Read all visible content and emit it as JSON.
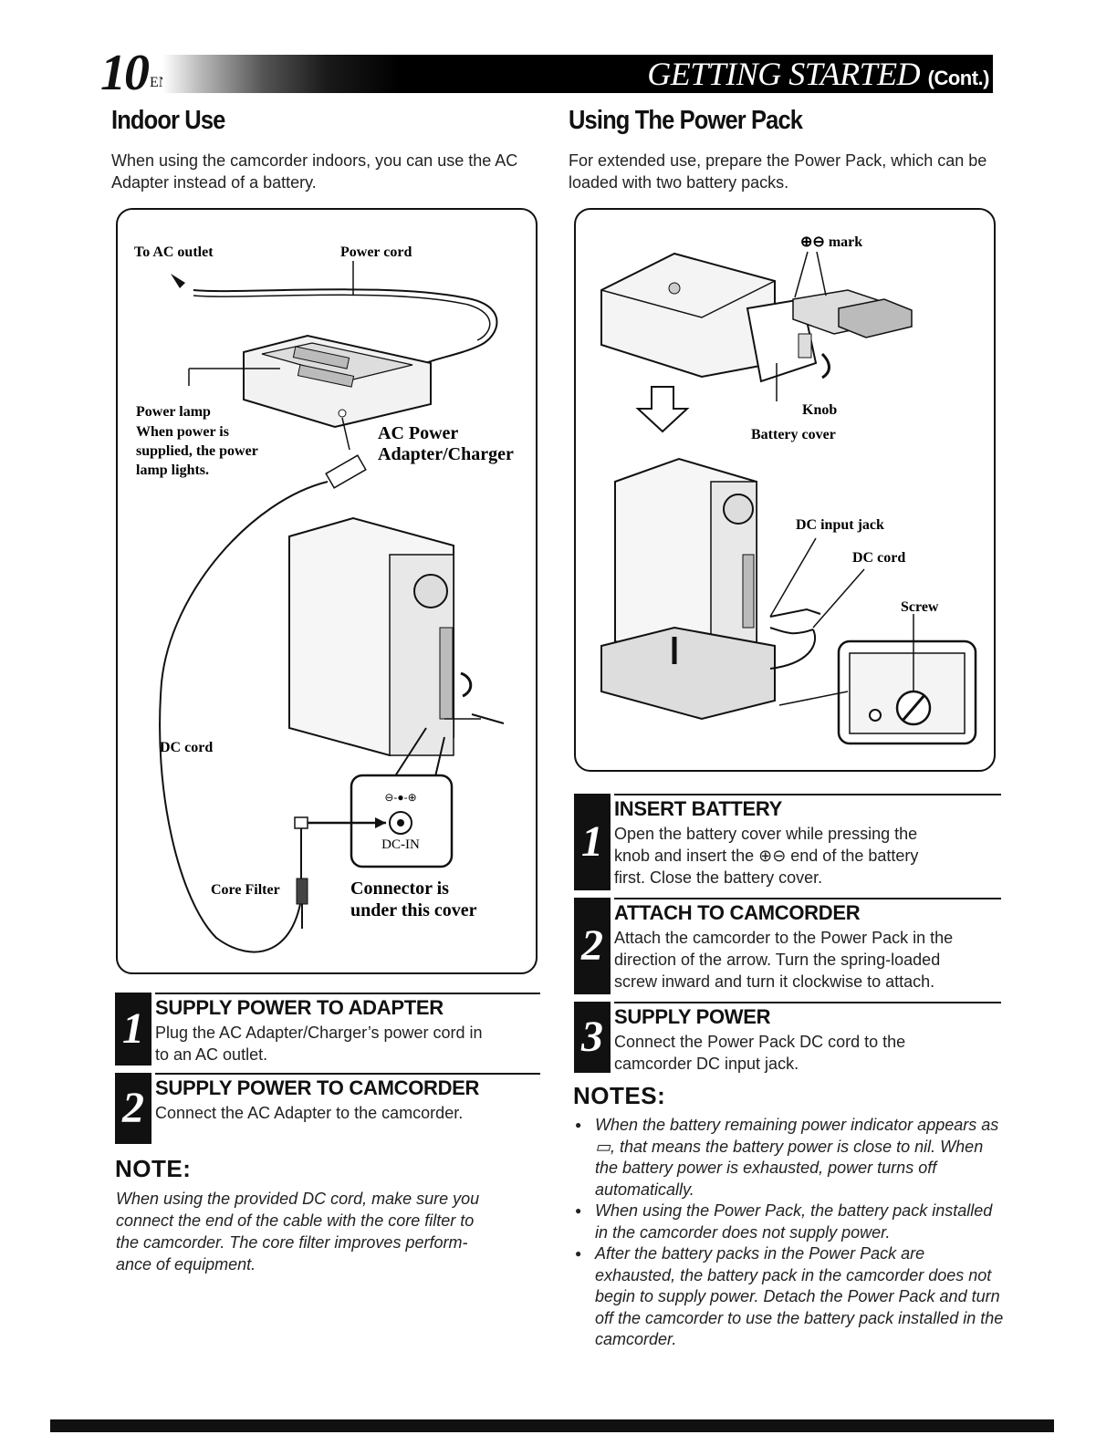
{
  "header": {
    "page_number": "10",
    "lang_code": "EN",
    "section_title": "GETTING STARTED",
    "cont_label": "(Cont.)"
  },
  "indoor": {
    "title": "Indoor Use",
    "intro": "When using the camcorder indoors, you can use the AC Adapter instead of a battery.",
    "labels": {
      "to_ac_outlet": "To AC outlet",
      "power_cord": "Power cord",
      "power_lamp": "Power lamp",
      "power_lamp_desc_1": "When power is",
      "power_lamp_desc_2": "supplied, the power",
      "power_lamp_desc_3": "lamp lights.",
      "adapter_1": "AC Power",
      "adapter_2": "Adapter/Charger",
      "dc_cord": "DC cord",
      "dc_in": "DC-IN",
      "core_filter": "Core Filter",
      "connector_1": "Connector is",
      "connector_2": "under this cover"
    },
    "steps": [
      {
        "num": "1",
        "title": "SUPPLY POWER TO ADAPTER",
        "body_1": "Plug the AC Adapter/Charger’s power cord in",
        "body_2": "to an AC outlet."
      },
      {
        "num": "2",
        "title": "SUPPLY POWER TO CAMCORDER",
        "body_1": "Connect the AC Adapter to the camcorder."
      }
    ],
    "note": {
      "heading": "NOTE:",
      "lines": [
        "When using the provided DC cord, make sure you",
        "connect the end of the cable with the core filter to",
        "the camcorder. The core filter improves perform-",
        "ance of equipment."
      ]
    }
  },
  "powerpack": {
    "title": "Using The Power Pack",
    "intro": "For extended use, prepare the Power Pack, which can be loaded with two battery packs.",
    "labels": {
      "mark": "⊕⊖ mark",
      "knob": "Knob",
      "battery_cover": "Battery cover",
      "dc_input_jack": "DC input jack",
      "dc_cord": "DC cord",
      "screw": "Screw"
    },
    "steps": [
      {
        "num": "1",
        "title": "INSERT BATTERY",
        "lines": [
          "Open the battery cover while pressing the",
          "knob and insert the ⊕⊖ end of the battery",
          "first. Close the battery cover."
        ]
      },
      {
        "num": "2",
        "title": "ATTACH TO CAMCORDER",
        "lines": [
          "Attach the camcorder to the Power Pack in the",
          "direction of the arrow. Turn the spring-loaded",
          "screw inward and turn it clockwise to attach."
        ]
      },
      {
        "num": "3",
        "title": "SUPPLY POWER",
        "lines": [
          "Connect the Power Pack DC cord to the",
          "camcorder DC input jack."
        ]
      }
    ],
    "notes": {
      "heading": "NOTES:",
      "items": [
        "When the battery remaining power indicator appears as ▭, that means the battery power is close to nil. When the battery power is exhausted, power turns off automatically.",
        "When using the Power Pack, the battery pack installed in the camcorder does not supply power.",
        "After the battery packs in the Power Pack are exhausted, the battery pack in the camcorder does not begin to supply power. Detach the Power Pack and turn off the camcorder to use the battery pack installed in the camcorder."
      ]
    }
  }
}
